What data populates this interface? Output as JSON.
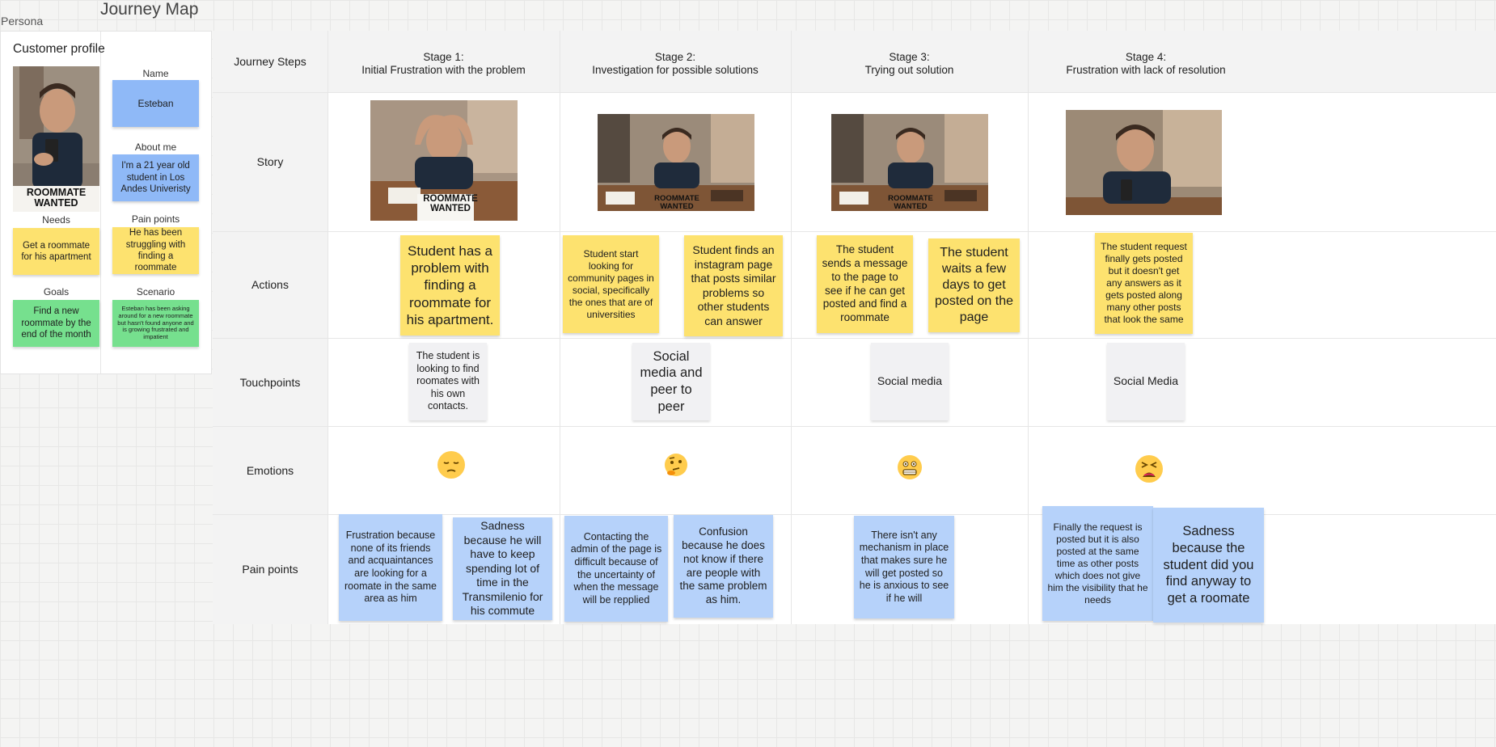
{
  "frame_label": "Persona",
  "title": "Journey Map",
  "profile": {
    "heading": "Customer profile",
    "photo_text": "ROOMMATE WANTED",
    "name_label": "Name",
    "name": "Esteban",
    "about_label": "About me",
    "about": "I'm a 21 year old student in Los Andes Univeristy",
    "needs_label": "Needs",
    "needs": "Get a roommate for his apartment",
    "pain_label": "Pain points",
    "pain": "He has been struggling with finding a roommate",
    "goals_label": "Goals",
    "goals": "Find a new roommate by the end of the month",
    "scenario_label": "Scenario",
    "scenario": "Esteban has been asking around for a new roommate but hasn't found anyone and is growing frustrated and impatient"
  },
  "rows": {
    "steps": "Journey Steps",
    "story": "Story",
    "actions": "Actions",
    "touchpoints": "Touchpoints",
    "emotions": "Emotions",
    "pain": "Pain points"
  },
  "stages": [
    {
      "line1": "Stage 1:",
      "line2": "Initial Frustration with the problem"
    },
    {
      "line1": "Stage 2:",
      "line2": "Investigation for possible solutions"
    },
    {
      "line1": "Stage 3:",
      "line2": "Trying out solution"
    },
    {
      "line1": "Stage 4:",
      "line2": "Frustration with lack of resolution"
    }
  ],
  "story_sign": "ROOMMATE WANTED",
  "actions": [
    "Student has a problem with finding a roommate for his apartment.",
    "Student start looking for community pages in social, specifically the ones that are of universities",
    "Student finds an instagram page that posts similar problems so other students can answer",
    "The student sends a message to the page to see if he can get posted and find a roommate",
    "The student waits a few days to get posted on the page",
    "The student request finally gets posted but it doesn't get any answers as it gets posted along many other posts that look the same"
  ],
  "touchpoints": [
    "The student is looking to find roomates with his own contacts.",
    "Social media and peer to peer",
    "Social media",
    "Social Media"
  ],
  "emotions": [
    "pensive-face-icon",
    "thinking-face-icon",
    "grimacing-face-icon",
    "tired-face-icon"
  ],
  "pain_points": [
    "Frustration because none of its friends and acquaintances are looking for a roomate in the same area as him",
    "Sadness because he will have to keep spending lot of time in the Transmilenio for his commute",
    "Contacting the admin of the page is difficult because of the uncertainty of when the message will be repplied",
    "Confusion because he does not know if there are people with the same problem as him.",
    "There isn't any mechanism in place that makes sure he will get posted so he is anxious to see if he will",
    "Finally the request is posted but it is also posted at the same time as other posts which does not give him the visibility that he needs",
    "Sadness because the student did you find anyway to get a roomate"
  ]
}
